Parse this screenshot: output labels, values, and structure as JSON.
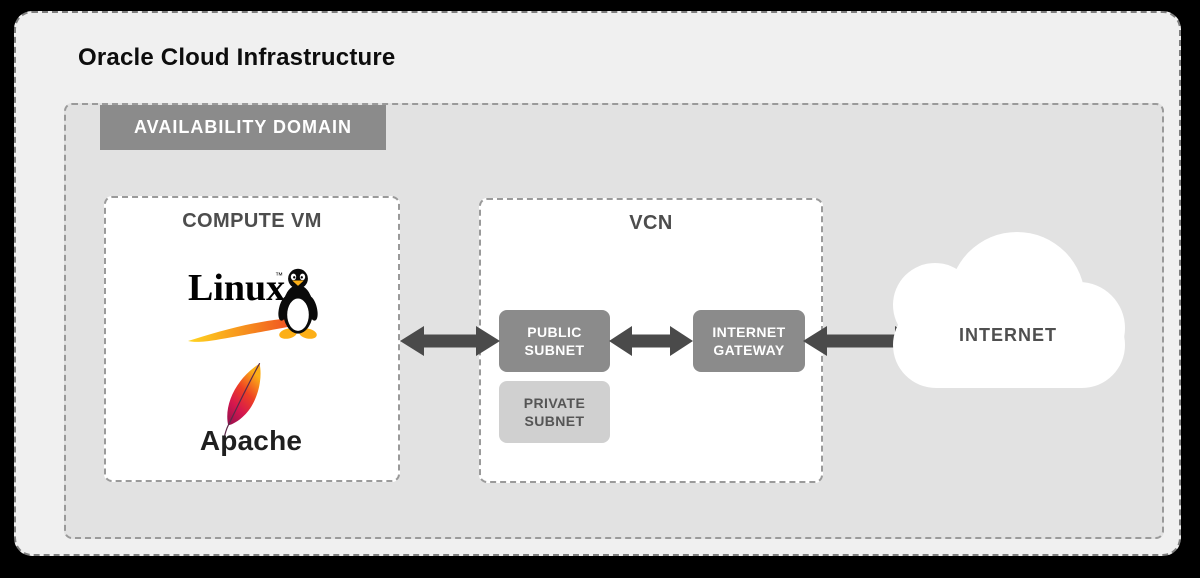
{
  "header": {
    "title": "Oracle Cloud Infrastructure"
  },
  "availability_domain": {
    "label": "AVAILABILITY DOMAIN"
  },
  "compute_vm": {
    "title": "COMPUTE VM",
    "linux_logo": {
      "text": "Linux",
      "trademark": "™"
    },
    "apache_logo": {
      "text": "Apache"
    }
  },
  "vcn": {
    "title": "VCN",
    "public_subnet_label": "PUBLIC\nSUBNET",
    "private_subnet_label": "PRIVATE\nSUBNET",
    "internet_gateway_label": "INTERNET\nGATEWAY"
  },
  "internet": {
    "label": "INTERNET"
  },
  "colors": {
    "page_background": "#000000",
    "card_background": "#f0f0f0",
    "region_background": "#e2e2e2",
    "label_background": "#8b8b8b",
    "subnet_dark_background": "#8b8b8b",
    "subnet_light_background": "#d0d0d0",
    "arrow": "#4a4a4a",
    "box_title_text": "#4d4d4d",
    "linux_swoosh_gradient": [
      "#ffd520",
      "#f7941d",
      "#ee3b24"
    ],
    "apache_feather_gradient": [
      "#90104e",
      "#d6174e",
      "#ee4023",
      "#fbae17"
    ]
  }
}
